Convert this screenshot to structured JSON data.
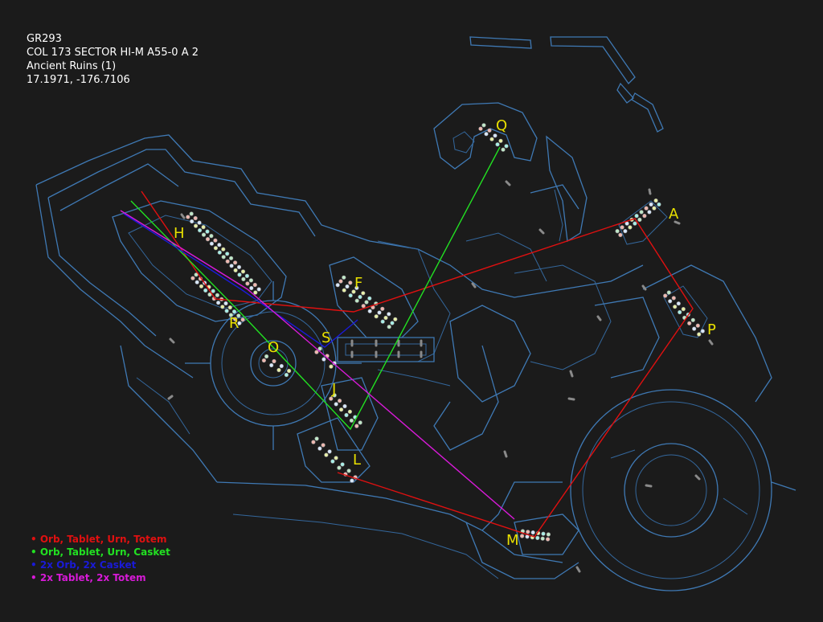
{
  "header": {
    "system_code": "GR293",
    "body_name": "COL 173 SECTOR HI-M A55-0 A 2",
    "site_name": "Ancient Ruins (1)",
    "coordinates": "17.1971, -176.7106"
  },
  "colors": {
    "background": "#1b1b1b",
    "outline": "#3f79b4",
    "label": "#e8e000",
    "route_red": "#e01010",
    "route_green": "#22e022",
    "route_blue": "#1a1ad8",
    "route_magenta": "#d81ad8"
  },
  "legend": [
    {
      "text": "• Orb, Tablet, Urn, Totem",
      "color": "#e01010"
    },
    {
      "text": "• Orb, Tablet, Urn, Casket",
      "color": "#22e022"
    },
    {
      "text": "• 2x Orb, 2x Casket",
      "color": "#1a1ad8"
    },
    {
      "text": "• 2x Tablet, 2x Totem",
      "color": "#d81ad8"
    }
  ],
  "sites": [
    {
      "label": "Q"
    },
    {
      "label": "A"
    },
    {
      "label": "H"
    },
    {
      "label": "F"
    },
    {
      "label": "P"
    },
    {
      "label": "R"
    },
    {
      "label": "S"
    },
    {
      "label": "O"
    },
    {
      "label": "J"
    },
    {
      "label": "L"
    },
    {
      "label": "M"
    }
  ]
}
